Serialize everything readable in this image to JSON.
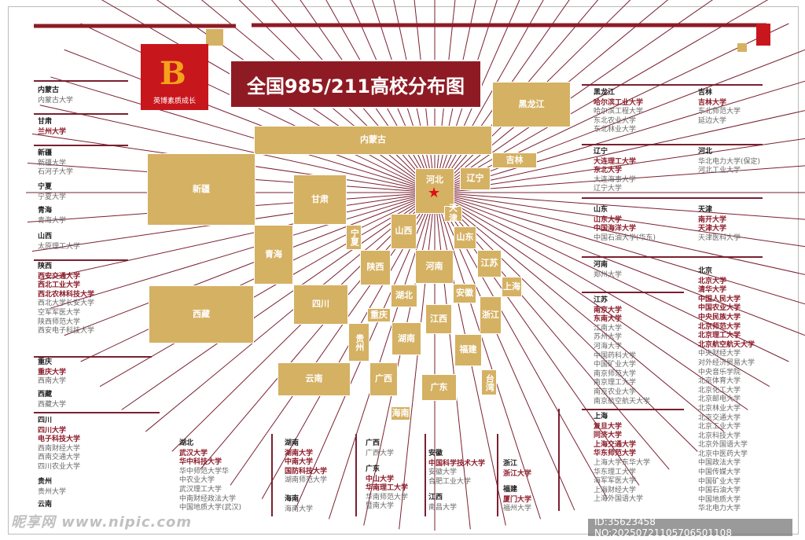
{
  "title": "全国985/211高校分布图",
  "logo": {
    "mark": "B",
    "text": "英博素质成长"
  },
  "colors": {
    "gold": "#d5b163",
    "darkred": "#8e1b24",
    "key": "#8b1a28"
  },
  "map": {
    "capital_icon": "star-icon",
    "blocks": [
      "黑龙江",
      "内蒙古",
      "吉林",
      "新疆",
      "甘肃",
      "河北",
      "辽宁",
      "天津",
      "宁夏",
      "山西",
      "山东",
      "青海",
      "陕西",
      "河南",
      "江苏",
      "上海",
      "西藏",
      "四川",
      "湖北",
      "安徽",
      "重庆",
      "江西",
      "浙江",
      "贵州",
      "湖南",
      "福建",
      "云南",
      "广西",
      "广东",
      "台湾",
      "海南"
    ]
  },
  "groups": [
    {
      "p": "内蒙古",
      "s": [
        {
          "n": "内蒙古大学"
        }
      ]
    },
    {
      "p": "甘肃",
      "s": [
        {
          "n": "兰州大学",
          "k": 1
        }
      ]
    },
    {
      "p": "新疆",
      "s": [
        {
          "n": "新疆大学"
        },
        {
          "n": "石河子大学"
        }
      ]
    },
    {
      "p": "宁夏",
      "s": [
        {
          "n": "宁夏大学"
        }
      ]
    },
    {
      "p": "青海",
      "s": [
        {
          "n": "青海大学"
        }
      ]
    },
    {
      "p": "山西",
      "s": [
        {
          "n": "太原理工大学"
        }
      ]
    },
    {
      "p": "陕西",
      "s": [
        {
          "n": "西安交通大学",
          "k": 1
        },
        {
          "n": "西北工业大学",
          "k": 1
        },
        {
          "n": "西北农林科技大学",
          "k": 1
        },
        {
          "n": "西北大学长安大学"
        },
        {
          "n": "空军军医大学"
        },
        {
          "n": "陕西师范大学"
        },
        {
          "n": "西安电子科技大学"
        }
      ]
    },
    {
      "p": "重庆",
      "s": [
        {
          "n": "重庆大学",
          "k": 1
        },
        {
          "n": "西南大学"
        }
      ]
    },
    {
      "p": "西藏",
      "s": [
        {
          "n": "西藏大学"
        }
      ]
    },
    {
      "p": "四川",
      "s": [
        {
          "n": "四川大学",
          "k": 1
        },
        {
          "n": "电子科技大学",
          "k": 1
        },
        {
          "n": "西南财经大学"
        },
        {
          "n": "西南交通大学"
        },
        {
          "n": "四川农业大学"
        }
      ]
    },
    {
      "p": "贵州",
      "s": [
        {
          "n": "贵州大学"
        }
      ]
    },
    {
      "p": "云南",
      "s": []
    },
    {
      "p": "黑龙江",
      "s": [
        {
          "n": "哈尔滨工业大学",
          "k": 1
        },
        {
          "n": "哈尔滨工程大学"
        },
        {
          "n": "东北农业大学"
        },
        {
          "n": "东北林业大学"
        }
      ]
    },
    {
      "p": "吉林",
      "s": [
        {
          "n": "吉林大学",
          "k": 1
        },
        {
          "n": "东北师范大学"
        },
        {
          "n": "延边大学"
        }
      ]
    },
    {
      "p": "辽宁",
      "s": [
        {
          "n": "大连理工大学",
          "k": 1
        },
        {
          "n": "东北大学",
          "k": 1
        },
        {
          "n": "大连海事大学"
        },
        {
          "n": "辽宁大学"
        }
      ]
    },
    {
      "p": "河北",
      "s": [
        {
          "n": "华北电力大学(保定)"
        },
        {
          "n": "河北工业大学"
        }
      ]
    },
    {
      "p": "山东",
      "s": [
        {
          "n": "山东大学",
          "k": 1
        },
        {
          "n": "中国海洋大学",
          "k": 1
        },
        {
          "n": "中国石油大学(华东)"
        }
      ]
    },
    {
      "p": "天津",
      "s": [
        {
          "n": "南开大学",
          "k": 1
        },
        {
          "n": "天津大学",
          "k": 1
        },
        {
          "n": "天津医科大学"
        }
      ]
    },
    {
      "p": "河南",
      "s": [
        {
          "n": "郑州大学"
        }
      ]
    },
    {
      "p": "北京",
      "s": [
        {
          "n": "北京大学",
          "k": 1
        },
        {
          "n": "清华大学",
          "k": 1
        },
        {
          "n": "中国人民大学",
          "k": 1
        },
        {
          "n": "中国农业大学",
          "k": 1
        },
        {
          "n": "中央民族大学",
          "k": 1
        },
        {
          "n": "北京师范大学",
          "k": 1
        },
        {
          "n": "北京理工大学",
          "k": 1
        },
        {
          "n": "北京航空航天大学",
          "k": 1
        },
        {
          "n": "中央财经大学"
        },
        {
          "n": "对外经济贸易大学"
        },
        {
          "n": "中央音乐学院"
        },
        {
          "n": "北京体育大学"
        },
        {
          "n": "北京化工大学"
        },
        {
          "n": "北京邮电大学"
        },
        {
          "n": "北京林业大学"
        },
        {
          "n": "北京交通大学"
        },
        {
          "n": "北京工业大学"
        },
        {
          "n": "北京科技大学"
        },
        {
          "n": "北京外国语大学"
        },
        {
          "n": "北京中医药大学"
        },
        {
          "n": "中国政法大学"
        },
        {
          "n": "中国传媒大学"
        },
        {
          "n": "中国矿业大学"
        },
        {
          "n": "中国石油大学"
        },
        {
          "n": "中国地质大学"
        },
        {
          "n": "华北电力大学"
        }
      ]
    },
    {
      "p": "江苏",
      "s": [
        {
          "n": "南京大学",
          "k": 1
        },
        {
          "n": "东南大学",
          "k": 1
        },
        {
          "n": "江南大学"
        },
        {
          "n": "苏州大学"
        },
        {
          "n": "河海大学"
        },
        {
          "n": "中国药科大学"
        },
        {
          "n": "中国矿业大学"
        },
        {
          "n": "南京师范大学"
        },
        {
          "n": "南京理工大学"
        },
        {
          "n": "南京农业大学"
        },
        {
          "n": "南京航空航天大学"
        }
      ]
    },
    {
      "p": "上海",
      "s": [
        {
          "n": "复旦大学",
          "k": 1
        },
        {
          "n": "同济大学",
          "k": 1
        },
        {
          "n": "上海交通大学",
          "k": 1
        },
        {
          "n": "华东师范大学",
          "k": 1
        },
        {
          "n": "上海大学东华大学"
        },
        {
          "n": "华东理工大学"
        },
        {
          "n": "海军军医大学"
        },
        {
          "n": "上海财经大学"
        },
        {
          "n": "上海外国语大学"
        }
      ]
    },
    {
      "p": "湖北",
      "s": [
        {
          "n": "武汉大学",
          "k": 1
        },
        {
          "n": "华中科技大学",
          "k": 1
        },
        {
          "n": "华中师范大学华"
        },
        {
          "n": "中农业大学"
        },
        {
          "n": "武汉理工大学"
        },
        {
          "n": "中南财经政法大学"
        },
        {
          "n": "中国地质大学(武汉)"
        }
      ]
    },
    {
      "p": "湖南",
      "s": [
        {
          "n": "湖南大学",
          "k": 1
        },
        {
          "n": "中南大学",
          "k": 1
        },
        {
          "n": "国防科技大学",
          "k": 1
        },
        {
          "n": "湖南师范大学"
        }
      ]
    },
    {
      "p": "海南",
      "s": [
        {
          "n": "海南大学"
        }
      ]
    },
    {
      "p": "广西",
      "s": [
        {
          "n": "广西大学"
        }
      ]
    },
    {
      "p": "广东",
      "s": [
        {
          "n": "中山大学",
          "k": 1
        },
        {
          "n": "华南理工大学",
          "k": 1
        },
        {
          "n": "华南师范大学"
        },
        {
          "n": "暨南大学"
        }
      ]
    },
    {
      "p": "安徽",
      "s": [
        {
          "n": "中国科学技术大学",
          "k": 1
        },
        {
          "n": "安徽大学"
        },
        {
          "n": "合肥工业大学"
        }
      ]
    },
    {
      "p": "江西",
      "s": [
        {
          "n": "南昌大学"
        }
      ]
    },
    {
      "p": "浙江",
      "s": [
        {
          "n": "浙江大学",
          "k": 1
        }
      ]
    },
    {
      "p": "福建",
      "s": [
        {
          "n": "厦门大学",
          "k": 1
        },
        {
          "n": "福州大学"
        }
      ]
    }
  ],
  "watermark": {
    "site": "昵享网 www.nipic.com",
    "id": "ID:35623458 NO:20250721105706501108"
  }
}
